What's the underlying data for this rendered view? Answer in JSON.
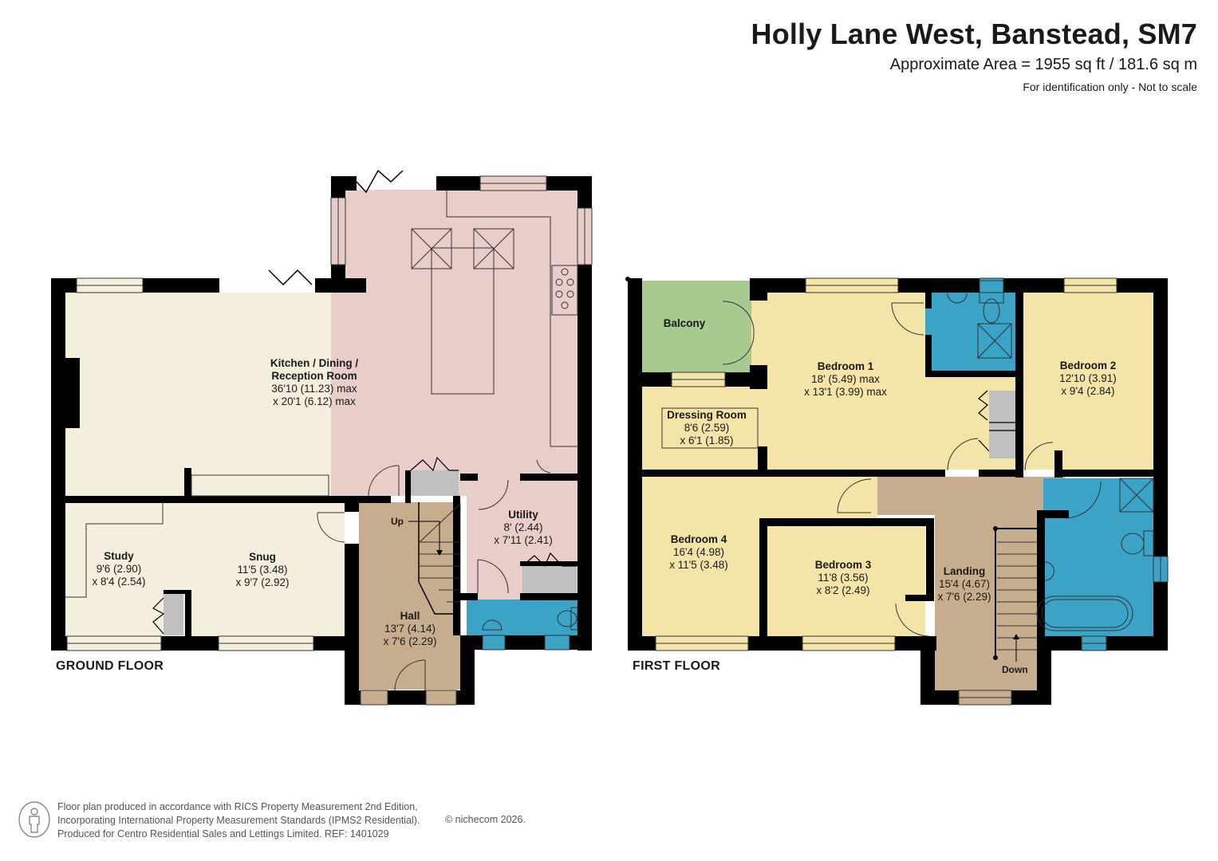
{
  "header": {
    "title": "Holly Lane West, Banstead, SM7",
    "area": "Approximate Area = 1955 sq ft / 181.6 sq m",
    "note": "For identification only - Not to scale"
  },
  "colors": {
    "wall": "#000000",
    "living": "#f4efdc",
    "kitchen": "#e8cdc8",
    "hall": "#c6ad8d",
    "bathroom": "#3ba3c6",
    "bedroom": "#f5e4a8",
    "balcony": "#a8c98f",
    "cupboard": "#c0c0c0"
  },
  "ground_floor": {
    "label": "GROUND FLOOR",
    "rooms": [
      {
        "name": "Kitchen / Dining /",
        "name2": "Reception Room",
        "dim1": "36'10 (11.23) max",
        "dim2": "x 20'1 (6.12) max"
      },
      {
        "name": "Study",
        "dim1": "9'6 (2.90)",
        "dim2": "x 8'4 (2.54)"
      },
      {
        "name": "Snug",
        "dim1": "11'5 (3.48)",
        "dim2": "x 9'7 (2.92)"
      },
      {
        "name": "Utility",
        "dim1": "8' (2.44)",
        "dim2": "x 7'11 (2.41)"
      },
      {
        "name": "Hall",
        "dim1": "13'7 (4.14)",
        "dim2": "x 7'6 (2.29)"
      }
    ],
    "stairs_label": "Up"
  },
  "first_floor": {
    "label": "FIRST FLOOR",
    "rooms": [
      {
        "name": "Balcony"
      },
      {
        "name": "Bedroom 1",
        "dim1": "18' (5.49) max",
        "dim2": "x 13'1 (3.99) max"
      },
      {
        "name": "Dressing Room",
        "dim1": "8'6 (2.59)",
        "dim2": "x 6'1 (1.85)"
      },
      {
        "name": "Bedroom 2",
        "dim1": "12'10 (3.91)",
        "dim2": "x 9'4 (2.84)"
      },
      {
        "name": "Bedroom 4",
        "dim1": "16'4 (4.98)",
        "dim2": "x 11'5 (3.48)"
      },
      {
        "name": "Bedroom 3",
        "dim1": "11'8 (3.56)",
        "dim2": "x 8'2 (2.49)"
      },
      {
        "name": "Landing",
        "dim1": "15'4 (4.67)",
        "dim2": "x 7'6 (2.29)"
      }
    ],
    "stairs_label": "Down"
  },
  "footer": {
    "icon": "person-info-icon",
    "line1": "Floor plan produced in accordance with RICS Property Measurement 2nd Edition,",
    "line2": "Incorporating International Property Measurement Standards (IPMS2 Residential).",
    "line3": "Produced for Centro Residential Sales and Lettings Limited.   REF: 1401029",
    "copyright": "© nichecom 2026."
  }
}
